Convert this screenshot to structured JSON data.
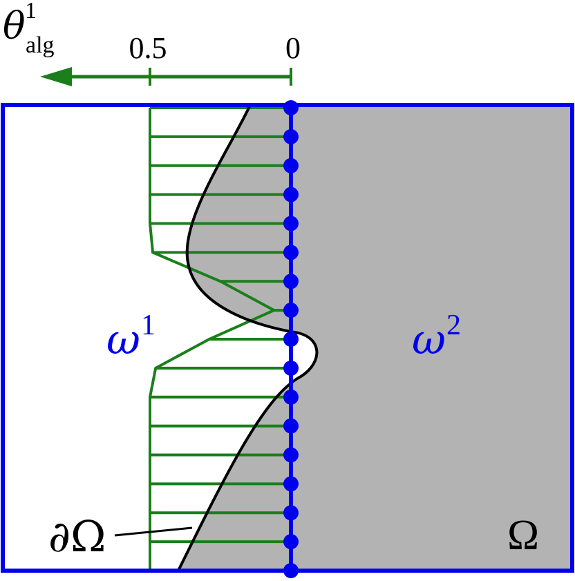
{
  "axis": {
    "symbol": "θ",
    "superscript": "1",
    "subscript": "alg",
    "ticks": [
      {
        "label": "0.5",
        "value": 0.5
      },
      {
        "label": "0",
        "value": 0
      }
    ],
    "direction": "left",
    "color": "#1a7f1a"
  },
  "labels": {
    "subdomain_left": {
      "base": "ω",
      "sup": "1"
    },
    "subdomain_right": {
      "base": "ω",
      "sup": "2"
    },
    "domain": "Ω",
    "boundary": "∂Ω"
  },
  "colors": {
    "domain_frame": "#0000ee",
    "region_fill": "#b3b3b3",
    "boundary_curve": "#000000",
    "weights": "#1a7f1a",
    "interface_nodes": "#0000ee"
  },
  "interface": {
    "node_count": 17,
    "weights": [
      0.5,
      0.5,
      0.5,
      0.5,
      0.5,
      0.49,
      0.25,
      0.06,
      0.29,
      0.48,
      0.5,
      0.5,
      0.5,
      0.5,
      0.5,
      0.5,
      0.5
    ]
  }
}
